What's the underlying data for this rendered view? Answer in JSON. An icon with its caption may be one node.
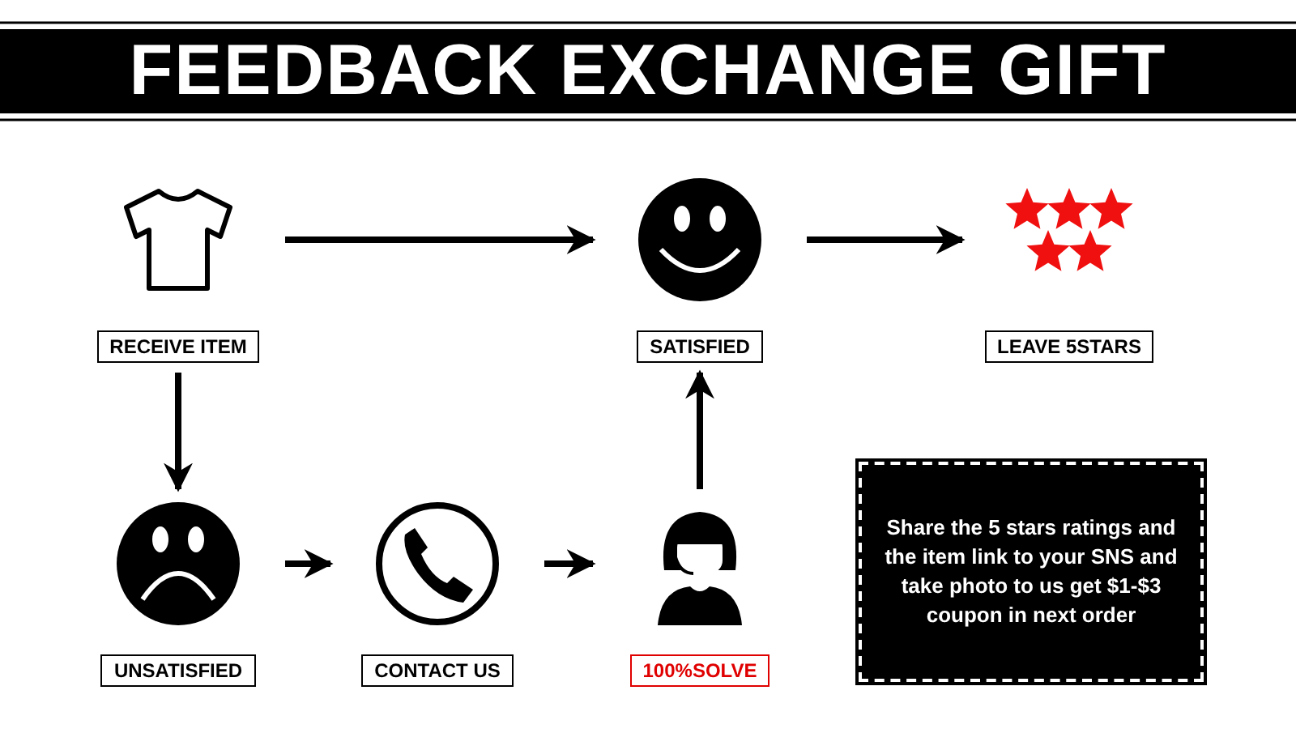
{
  "diagram": {
    "title": "FEEDBACK EXCHANGE GIFT",
    "nodes": [
      {
        "text": [
          "RECEIVE ITEM"
        ]
      },
      {
        "text": [
          "SATISFIED"
        ]
      },
      {
        "text": [
          "LEAVE 5STARS"
        ]
      },
      {
        "text": [
          "UNSATISFIED"
        ]
      },
      {
        "text": [
          "CONTACT US"
        ]
      },
      {
        "text": [
          "100%SOLVE"
        ]
      },
      {
        "text": [
          "Share the 5 stars ratings and the item link to your SNS and take photo to us get $1-$3 coupon in next order"
        ]
      }
    ],
    "edges": [
      {
        "from": 0,
        "to": 1,
        "arrow": "to"
      },
      {
        "from": 1,
        "to": 2,
        "arrow": "to"
      },
      {
        "from": 0,
        "to": 3,
        "arrow": "to"
      },
      {
        "from": 3,
        "to": 4,
        "arrow": "to"
      },
      {
        "from": 4,
        "to": 5,
        "arrow": "to"
      },
      {
        "from": 5,
        "to": 1,
        "arrow": "to"
      }
    ]
  }
}
